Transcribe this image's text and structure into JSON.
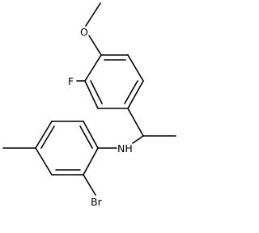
{
  "molecule": {
    "atoms": {
      "oxygen": "O",
      "fluorine": "F",
      "amine": "NH",
      "bromine": "Br"
    }
  }
}
